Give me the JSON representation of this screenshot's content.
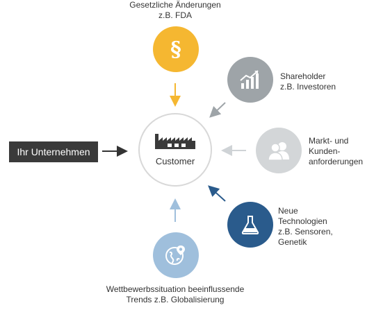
{
  "company_box": {
    "label": "Ihr Unternehmen"
  },
  "customer": {
    "label": "Customer"
  },
  "factors": {
    "regulation": {
      "line1": "Gesetzliche Änderungen",
      "line2": "z.B. FDA",
      "icon": "paragraph-icon",
      "color": "#f5b731",
      "symbol": "§"
    },
    "shareholder": {
      "line1": "Shareholder",
      "line2": "z.B. Investoren",
      "icon": "bar-chart-icon",
      "color": "#9ea4a8"
    },
    "market": {
      "line1": "Markt- und",
      "line2": "Kunden-",
      "line3": "anforderungen",
      "icon": "users-icon",
      "color": "#d3d6d8"
    },
    "technology": {
      "line1": "Neue",
      "line2": "Technologien",
      "line3": "z.B. Sensoren,",
      "line4": "Genetik",
      "icon": "flask-icon",
      "color": "#2a5b8c"
    },
    "competition": {
      "line1": "Wettbewerbssituation beeinflussende",
      "line2": "Trends z.B. Globalisierung",
      "icon": "globe-pin-icon",
      "color": "#9fbfdc"
    }
  }
}
